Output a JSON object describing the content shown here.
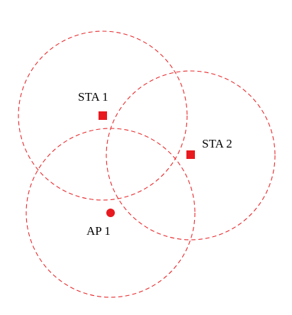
{
  "colors": {
    "range_stroke": "#e8282b",
    "node_fill": "#e8191f",
    "label_text": "#000000"
  },
  "nodes": [
    {
      "id": "sta1",
      "label": "STA 1",
      "shape": "square"
    },
    {
      "id": "sta2",
      "label": "STA 2",
      "shape": "square"
    },
    {
      "id": "ap1",
      "label": "AP 1",
      "shape": "circle"
    }
  ]
}
